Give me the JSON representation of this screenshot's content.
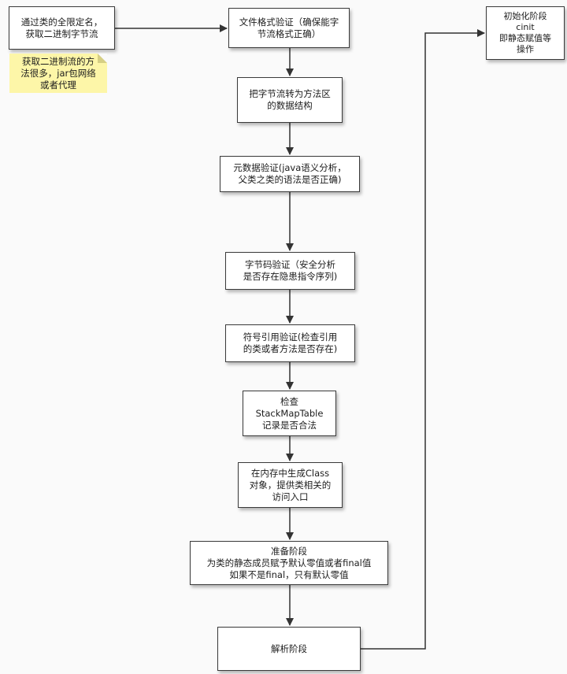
{
  "nodes": {
    "start": "通过类的全限定名，\n获取二进制字节流",
    "note": "获取二进制流的方\n法很多，jar包网络\n或者代理",
    "file_format": "文件格式验证（确保能字\n节流格式正确）",
    "to_method_area": "把字节流转为方法区\n的数据结构",
    "metadata": "元数据验证(java语义分析，\n父类之类的语法是否正确)",
    "bytecode": "字节码验证（安全分析\n是否存在隐患指令序列)",
    "symbol_ref": "符号引用验证(检查引用\n的类或者方法是否存在)",
    "stackmap": "检查\nStackMapTable\n记录是否合法",
    "class_obj": "在内存中生成Class\n对象，提供类相关的\n访问入口",
    "prepare": "准备阶段\n为类的静态成员赋予默认零值或者final值\n如果不是final，只有默认零值",
    "resolve": "解析阶段",
    "init": "初始化阶段\ncinit\n即静态赋值等\n操作"
  },
  "colors": {
    "box_border": "#3a3a3a",
    "arrow": "#333333",
    "note_fill": "#fdf6a8",
    "background": "#fafafa"
  }
}
